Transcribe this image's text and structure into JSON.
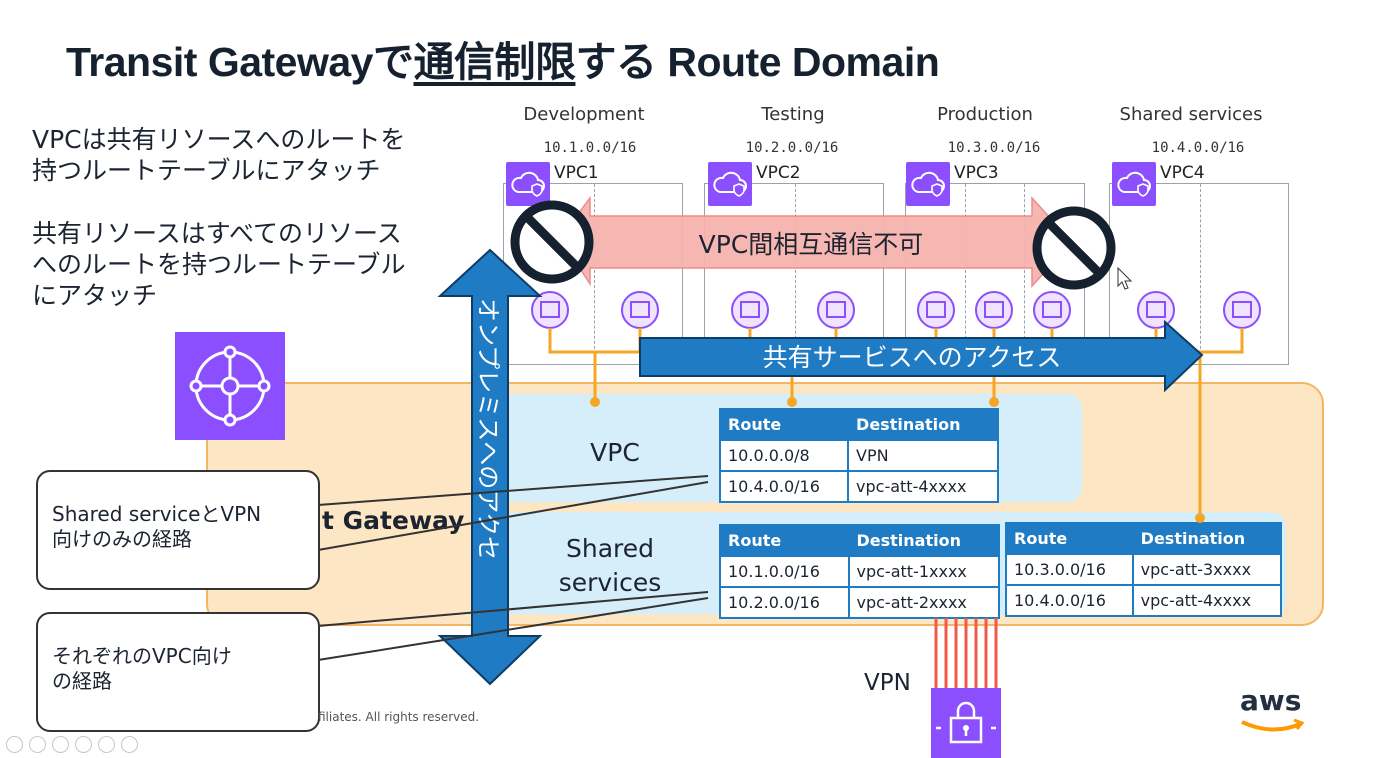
{
  "slide": {
    "title_prefix": "Transit Gatewayで",
    "title_underlined": "通信制限",
    "title_suffix": "する Route Domain",
    "bullet1_line1": "VPCは共有リソースへのルートを",
    "bullet1_line2": "持つルートテーブルにアタッチ",
    "bullet2_line1": "共有リソースはすべてのリソース",
    "bullet2_line2": "へのルートを持つルートテーブル",
    "bullet2_line3": "にアタッチ"
  },
  "vpcs": [
    {
      "env": "Development",
      "cidr": "10.1.0.0/16",
      "name": "VPC1"
    },
    {
      "env": "Testing",
      "cidr": "10.2.0.0/16",
      "name": "VPC2"
    },
    {
      "env": "Production",
      "cidr": "10.3.0.0/16",
      "name": "VPC3"
    },
    {
      "env": "Shared services",
      "cidr": "10.4.0.0/16",
      "name": "VPC4"
    }
  ],
  "arrows": {
    "no_inter_vpc": "VPC間相互通信不可",
    "shared_access": "共有サービスへのアクセス",
    "onprem_access": "オンプレミスへのアクセ"
  },
  "tgw": {
    "label": "t Gateway",
    "rt_vpc_label": "VPC",
    "rt_shared_line1": "Shared",
    "rt_shared_line2": "services"
  },
  "tables": {
    "vpc_rt": {
      "headers": [
        "Route",
        "Destination"
      ],
      "rows": [
        [
          "10.0.0.0/8",
          "VPN"
        ],
        [
          "10.4.0.0/16",
          "vpc-att-4xxxx"
        ]
      ]
    },
    "shared_rt_a": {
      "headers": [
        "Route",
        "Destination"
      ],
      "rows": [
        [
          "10.1.0.0/16",
          "vpc-att-1xxxx"
        ],
        [
          "10.2.0.0/16",
          "vpc-att-2xxxx"
        ]
      ]
    },
    "shared_rt_b": {
      "headers": [
        "Route",
        "Destination"
      ],
      "rows": [
        [
          "10.3.0.0/16",
          "vpc-att-3xxxx"
        ],
        [
          "10.4.0.0/16",
          "vpc-att-4xxxx"
        ]
      ]
    }
  },
  "callouts": {
    "c1_line1": "Shared serviceとVPN",
    "c1_line2": "向けのみの経路",
    "c2_line1": "それぞれのVPC向け",
    "c2_line2": "の経路"
  },
  "footer": {
    "copyright": "filiates. All rights reserved.",
    "vpn": "VPN",
    "logo": "aws"
  },
  "colors": {
    "purple": "#8c4fff",
    "blue": "#1e7bc4",
    "orange": "#f5a623",
    "pink": "#f6b3ad",
    "tgw_bg": "#fde6c4",
    "rt_band": "#d6eefa"
  }
}
